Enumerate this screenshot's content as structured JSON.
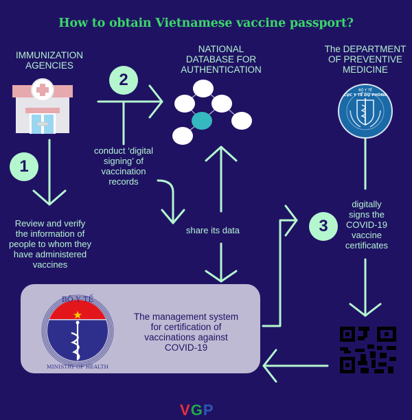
{
  "title": "How to obtain Vietnamese vaccine passport?",
  "colors": {
    "background": "#201263",
    "title": "#3ad66a",
    "accent": "#b4f7cf",
    "box": "#bebad3",
    "db_node_highlight": "#35b9c0"
  },
  "nodes": {
    "immunization": {
      "label_line1": "IMMUNIZATION",
      "label_line2": "AGENCIES",
      "icon": "hospital-icon"
    },
    "database": {
      "label_line1": "NATIONAL",
      "label_line2": "DATABASE FOR",
      "label_line3": "AUTHENTICATION",
      "icon": "network-nodes-icon"
    },
    "department": {
      "label_line1": "The DEPARTMENT",
      "label_line2": "OF PREVENTIVE",
      "label_line3": "MEDICINE",
      "icon": "preventive-medicine-seal-icon",
      "seal_text_top": "CỤC Y TẾ DỰ PHÒNG",
      "seal_text_small": "BỘ Y TẾ"
    },
    "management": {
      "line1": "The management system",
      "line2": "for certification of",
      "line3": "vaccinations against",
      "line4": "COVID-19",
      "logo_top": "BỘ Y TẾ",
      "logo_bottom": "MINISTRY OF HEALTH"
    },
    "qr": {
      "icon": "qr-code-icon"
    }
  },
  "steps": [
    {
      "number": "1",
      "line1": "Review and verify",
      "line2": "the information of",
      "line3": "people to whom they",
      "line4": "have administered",
      "line5": "vaccines"
    },
    {
      "number": "2",
      "line1": "conduct ‘digital",
      "line2": "signing’ of",
      "line3": "vaccination",
      "line4": "records"
    },
    {
      "number": "3",
      "line1": "digitally",
      "line2": "signs the",
      "line3": "COVID-19",
      "line4": "vaccine",
      "line5": "certificates"
    }
  ],
  "share_label": "share its data",
  "footer": {
    "v": "V",
    "g": "G",
    "p": "P"
  }
}
